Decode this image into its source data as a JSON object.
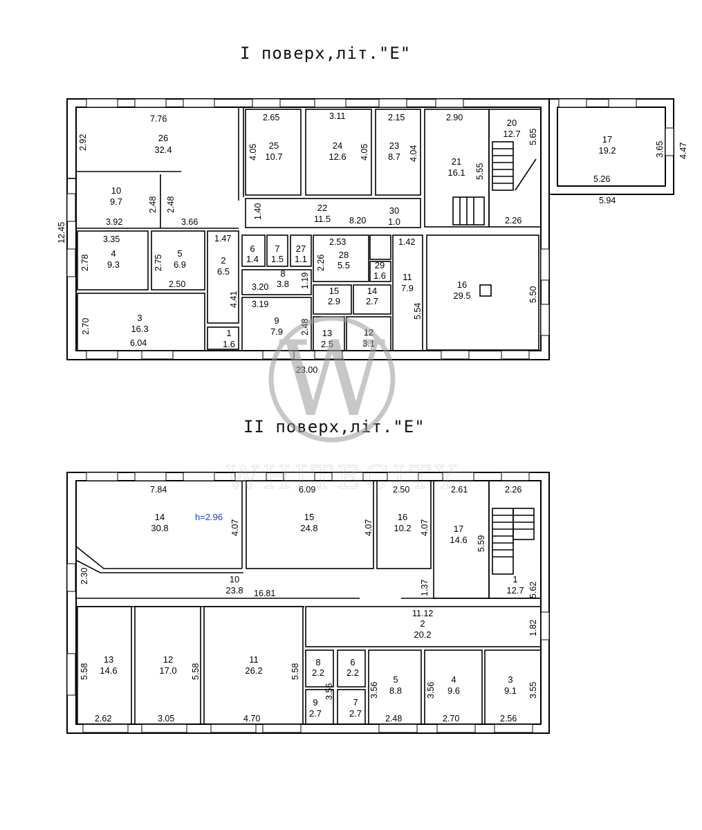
{
  "floor1": {
    "title": "I поверх,літ.\"Е\"",
    "rooms": [
      {
        "n": "26",
        "a": "32.4"
      },
      {
        "n": "25",
        "a": "10.7"
      },
      {
        "n": "24",
        "a": "12.6"
      },
      {
        "n": "23",
        "a": "8.7"
      },
      {
        "n": "21",
        "a": "16.1"
      },
      {
        "n": "20",
        "a": "12.7"
      },
      {
        "n": "17",
        "a": "19.2"
      },
      {
        "n": "10",
        "a": "9.7"
      },
      {
        "n": "22",
        "a": "11.5"
      },
      {
        "n": "30",
        "a": "1.0"
      },
      {
        "n": "4",
        "a": "9.3"
      },
      {
        "n": "5",
        "a": "6.9"
      },
      {
        "n": "2",
        "a": "6.5"
      },
      {
        "n": "6",
        "a": "1.4"
      },
      {
        "n": "7",
        "a": "1.5"
      },
      {
        "n": "27",
        "a": "1.1"
      },
      {
        "n": "28",
        "a": "5.5"
      },
      {
        "n": "29",
        "a": "1.6"
      },
      {
        "n": "11",
        "a": "7.9"
      },
      {
        "n": "16",
        "a": "29.5"
      },
      {
        "n": "8",
        "a": "3.8"
      },
      {
        "n": "15",
        "a": "2.9"
      },
      {
        "n": "14",
        "a": "2.7"
      },
      {
        "n": "3",
        "a": "16.3"
      },
      {
        "n": "9",
        "a": "7.9"
      },
      {
        "n": "13",
        "a": "2.5"
      },
      {
        "n": "12",
        "a": "3.1"
      },
      {
        "n": "1",
        "a": "1.6"
      }
    ],
    "dims": [
      "7.76",
      "2.65",
      "3.11",
      "2.15",
      "2.90",
      "2.92",
      "4.05",
      "4.05",
      "4.04",
      "5.55",
      "5.65",
      "3.65",
      "4.47",
      "5.26",
      "5.94",
      "2.48",
      "2.48",
      "3.92",
      "3.66",
      "1.40",
      "8.20",
      "12.45",
      "3.35",
      "2.78",
      "2.75",
      "2.50",
      "1.47",
      "2.53",
      "2.26",
      "1.42",
      "1.19",
      "3.20",
      "4.41",
      "3.19",
      "2.48",
      "5.54",
      "5.50",
      "2.70",
      "6.04",
      "2.26",
      "23.00"
    ]
  },
  "floor2": {
    "title": "II поверх,літ.\"Е\"",
    "height_note": "h=2.96",
    "rooms": [
      {
        "n": "14",
        "a": "30.8"
      },
      {
        "n": "15",
        "a": "24.8"
      },
      {
        "n": "16",
        "a": "10.2"
      },
      {
        "n": "17",
        "a": "14.6"
      },
      {
        "n": "1",
        "a": "12.7"
      },
      {
        "n": "10",
        "a": "23.8"
      },
      {
        "n": "2",
        "a": "20.2"
      },
      {
        "n": "13",
        "a": "14.6"
      },
      {
        "n": "12",
        "a": "17.0"
      },
      {
        "n": "11",
        "a": "26.2"
      },
      {
        "n": "8",
        "a": "2.2"
      },
      {
        "n": "6",
        "a": "2.2"
      },
      {
        "n": "5",
        "a": "8.8"
      },
      {
        "n": "4",
        "a": "9.6"
      },
      {
        "n": "3",
        "a": "9.1"
      },
      {
        "n": "9",
        "a": "2.7"
      },
      {
        "n": "7",
        "a": "2.7"
      }
    ],
    "dims": [
      "7.84",
      "6.09",
      "2.50",
      "2.61",
      "2.26",
      "4.07",
      "4.07",
      "4.07",
      "5.59",
      "5.62",
      "2.30",
      "16.81",
      "1.37",
      "11.12",
      "1.82",
      "5.58",
      "5.58",
      "5.58",
      "3.56",
      "3.56",
      "3.56",
      "3.55",
      "2.62",
      "3.05",
      "4.70",
      "2.48",
      "2.70",
      "2.56"
    ]
  },
  "watermark": {
    "text": "WHITECITY",
    "letter": "W",
    "color": "#9a9a9a"
  }
}
